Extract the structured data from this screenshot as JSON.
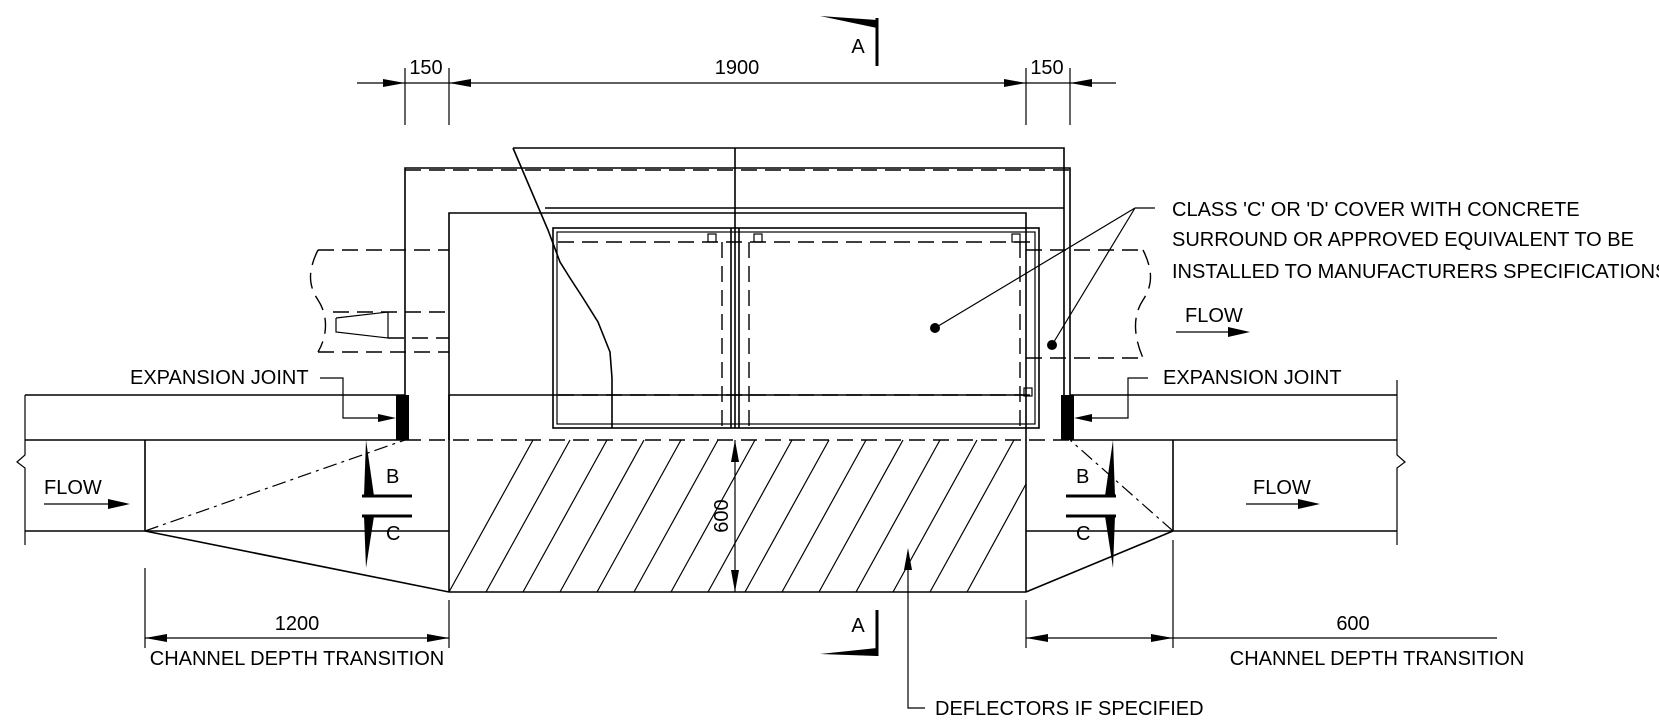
{
  "dimensions": {
    "top_left_150": "150",
    "top_1900": "1900",
    "top_right_150": "150",
    "depth_600": "600",
    "bottom_left_1200": "1200",
    "bottom_right_600": "600"
  },
  "labels": {
    "cover_note": [
      "CLASS 'C' OR 'D' COVER WITH CONCRETE",
      "SURROUND OR APPROVED EQUIVALENT TO BE",
      "INSTALLED TO MANUFACTURERS SPECIFICATIONS"
    ],
    "expansion_joint_left": "EXPANSION JOINT",
    "expansion_joint_right": "EXPANSION JOINT",
    "flow_top_right": "FLOW",
    "flow_left": "FLOW",
    "flow_right": "FLOW",
    "channel_transition_left": "CHANNEL DEPTH TRANSITION",
    "channel_transition_right": "CHANNEL DEPTH TRANSITION",
    "deflectors": "DEFLECTORS IF SPECIFIED"
  },
  "section_markers": {
    "a_top": "A",
    "a_bottom": "A",
    "b_left": "B",
    "c_left": "C",
    "b_right": "B",
    "c_right": "C"
  }
}
